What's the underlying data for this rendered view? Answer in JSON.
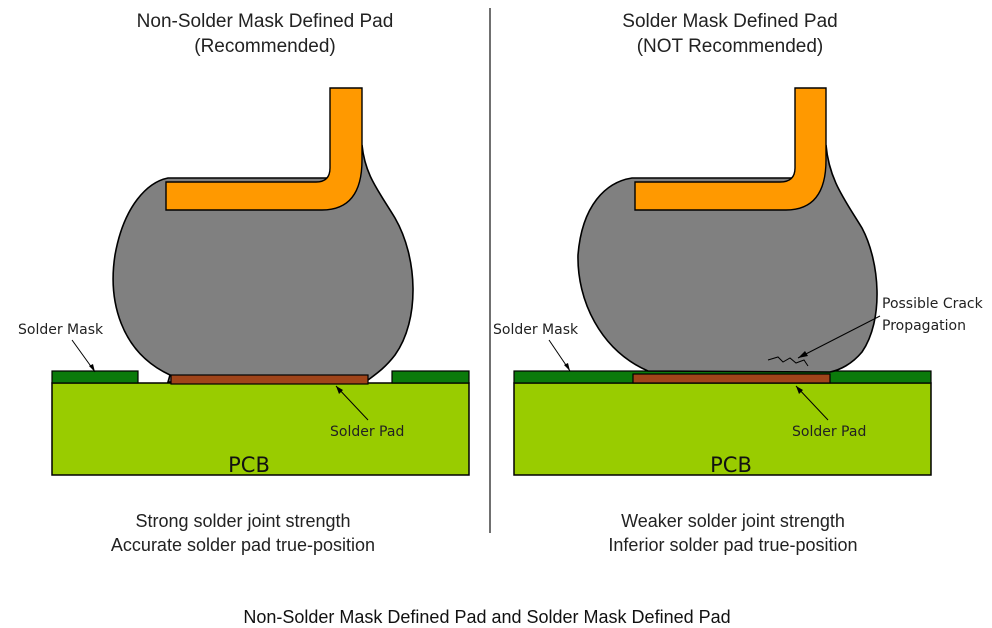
{
  "left": {
    "title_line1": "Non-Solder Mask Defined Pad",
    "title_line2": "(Recommended)",
    "solder_mask_label": "Solder Mask",
    "solder_pad_label": "Solder Pad",
    "pcb_label": "PCB",
    "note_line1": "Strong solder joint strength",
    "note_line2": "Accurate solder pad true-position"
  },
  "right": {
    "title_line1": "Solder Mask Defined Pad",
    "title_line2": "(NOT Recommended)",
    "solder_mask_label": "Solder Mask",
    "solder_pad_label": "Solder Pad",
    "pcb_label": "PCB",
    "crack_label_line1": "Possible Crack",
    "crack_label_line2": "Propagation",
    "note_line1": "Weaker solder joint strength",
    "note_line2": "Inferior solder pad true-position"
  },
  "caption": "Non-Solder Mask Defined Pad and Solder Mask Defined Pad",
  "colors": {
    "pcb": "#99cc00",
    "solder_mask": "#0b7a0b",
    "solder_pad": "#a0441a",
    "solder_ball": "#808080",
    "lead": "#ff9900",
    "divider": "#333333"
  }
}
